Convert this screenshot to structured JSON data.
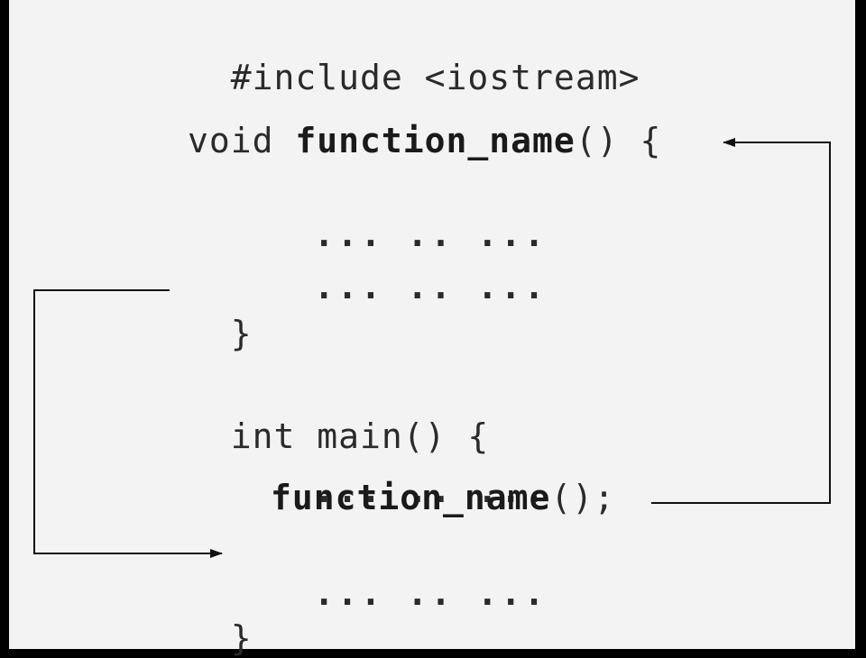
{
  "code": {
    "include": "#include <iostream>",
    "func_keyword": "void ",
    "func_name": "function_name",
    "func_sig_end": "() {",
    "func_body_1": "... .. ...",
    "func_body_2": "... .. ...",
    "func_close": "}",
    "main_sig": "int main() {",
    "main_body_1": "... .. ...",
    "main_call_name": "function_name",
    "main_call_end": "();",
    "main_body_2": "... .. ...",
    "main_close": "}"
  },
  "colors": {
    "background": "#f3f3f3",
    "frame": "#000000",
    "text": "#2a2a2a",
    "arrow": "#111111"
  }
}
